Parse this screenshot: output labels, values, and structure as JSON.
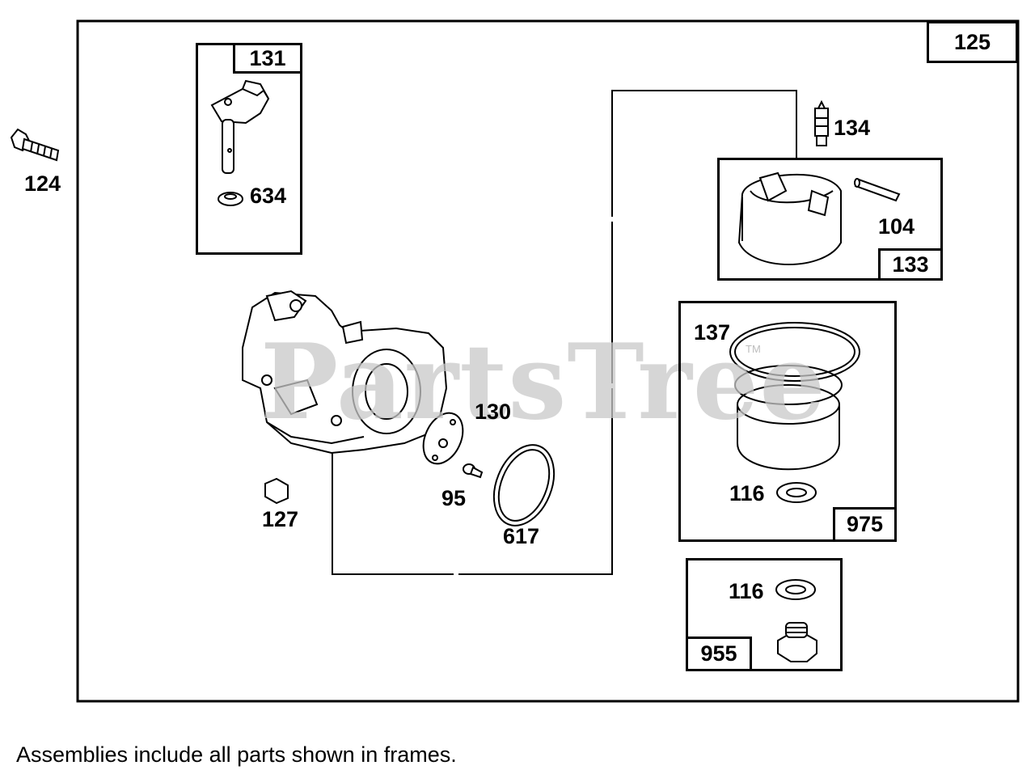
{
  "diagram": {
    "main_assembly_label": "125",
    "watermark": "PartsTree",
    "watermark_mark": "TM",
    "caption": "Assemblies include all parts shown in frames.",
    "parts": {
      "p124": "124",
      "p131": "131",
      "p634": "634",
      "p134": "134",
      "p104": "104",
      "p133": "133",
      "p137": "137",
      "p116a": "116",
      "p975": "975",
      "p116b": "116",
      "p955": "955",
      "p130": "130",
      "p95": "95",
      "p127": "127",
      "p617": "617"
    }
  }
}
